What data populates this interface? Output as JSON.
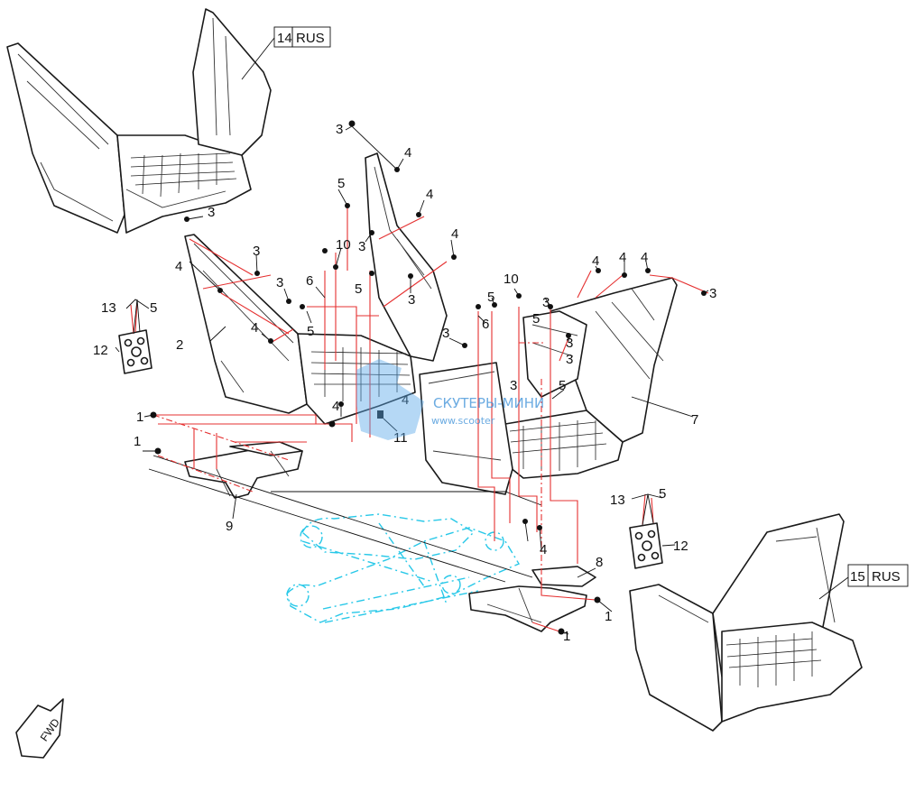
{
  "diagram": {
    "part_numbers": [
      {
        "id": "p3a",
        "text": "3"
      },
      {
        "id": "p4a",
        "text": "4"
      },
      {
        "id": "p5a",
        "text": "5"
      },
      {
        "id": "p4b",
        "text": "4"
      },
      {
        "id": "p3b",
        "text": "3"
      },
      {
        "id": "p4c",
        "text": "4"
      },
      {
        "id": "p3c",
        "text": "3"
      },
      {
        "id": "p10a",
        "text": "10"
      },
      {
        "id": "p3d",
        "text": "3"
      },
      {
        "id": "p4d",
        "text": "4"
      },
      {
        "id": "p3e",
        "text": "3"
      },
      {
        "id": "p6a",
        "text": "6"
      },
      {
        "id": "p5b",
        "text": "5"
      },
      {
        "id": "p3f",
        "text": "3"
      },
      {
        "id": "p4e",
        "text": "4"
      },
      {
        "id": "p2",
        "text": "2"
      },
      {
        "id": "p5c",
        "text": "5"
      },
      {
        "id": "p4f",
        "text": "4"
      },
      {
        "id": "p13a",
        "text": "13"
      },
      {
        "id": "p5d",
        "text": "5"
      },
      {
        "id": "p12a",
        "text": "12"
      },
      {
        "id": "p1a",
        "text": "1"
      },
      {
        "id": "p1b",
        "text": "1"
      },
      {
        "id": "p9",
        "text": "9"
      },
      {
        "id": "p11",
        "text": "11"
      },
      {
        "id": "p4g",
        "text": "4"
      },
      {
        "id": "p3g",
        "text": "3"
      },
      {
        "id": "p4h",
        "text": "4"
      },
      {
        "id": "p4i",
        "text": "4"
      },
      {
        "id": "p4j",
        "text": "4"
      },
      {
        "id": "p3h",
        "text": "3"
      },
      {
        "id": "p10b",
        "text": "10"
      },
      {
        "id": "p5e",
        "text": "5"
      },
      {
        "id": "p3i",
        "text": "3"
      },
      {
        "id": "p6b",
        "text": "6"
      },
      {
        "id": "p5f",
        "text": "5"
      },
      {
        "id": "p3j",
        "text": "3"
      },
      {
        "id": "p3k",
        "text": "3"
      },
      {
        "id": "p3l",
        "text": "3"
      },
      {
        "id": "p5g",
        "text": "5"
      },
      {
        "id": "p7",
        "text": "7"
      },
      {
        "id": "p4k",
        "text": "4"
      },
      {
        "id": "p8",
        "text": "8"
      },
      {
        "id": "p1c",
        "text": "1"
      },
      {
        "id": "p1d",
        "text": "1"
      },
      {
        "id": "p13b",
        "text": "13"
      },
      {
        "id": "p5h",
        "text": "5"
      },
      {
        "id": "p12b",
        "text": "12"
      }
    ],
    "assembly_boxes": [
      {
        "id": "box14",
        "num": "14",
        "label": "RUS"
      },
      {
        "id": "box15",
        "num": "15",
        "label": "RUS"
      }
    ],
    "watermark": {
      "title": "СКУТЕРЫ-МИНИ",
      "url": "www.scooter"
    },
    "forward_marker": "FWD",
    "colors": {
      "callout_lines": "#e53030",
      "frame": "#28c8e8",
      "ink": "#111111",
      "watermark": "#3a8fd8"
    }
  }
}
